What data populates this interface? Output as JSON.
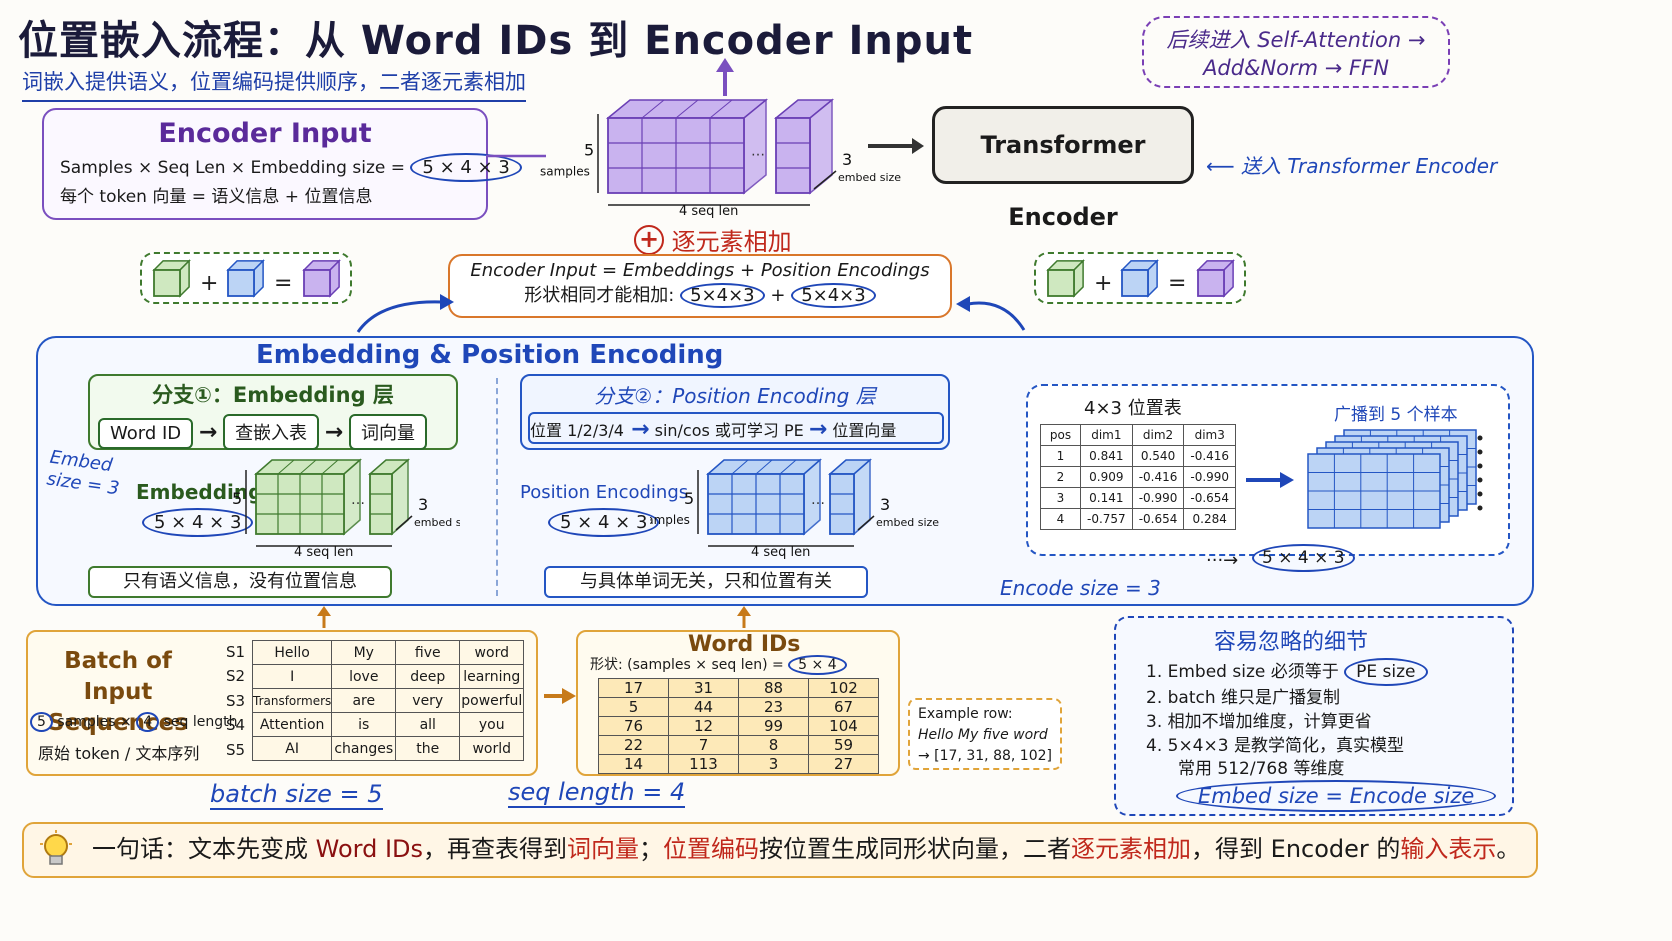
{
  "header": {
    "title": "位置嵌入流程：从 Word IDs 到 Encoder Input",
    "subtitle": "词嵌入提供语义，位置编码提供顺序，二者逐元素相加"
  },
  "next_step": {
    "line1": "后续进入 Self-Attention →",
    "line2": "Add&Norm → FFN"
  },
  "encoder_input_box": {
    "title": "Encoder Input",
    "shape_line": "Samples × Seq Len × Embedding size =",
    "shape": "5 × 4 × 3",
    "meaning_line": "每个 token 向量 = 语义信息 + 位置信息"
  },
  "top_tensor": {
    "samples_num": "5",
    "samples_label": "samples",
    "seq_label": "4 seq len",
    "embed_num": "3",
    "embed_label": "embed size",
    "dots": "…"
  },
  "transformer": {
    "box_label": "Transformer Encoder",
    "note": "送入 Transformer Encoder"
  },
  "elementwise_add": {
    "symbol": "+",
    "label": "逐元素相加"
  },
  "formula": {
    "line1": "Encoder Input = Embeddings + Position Encodings",
    "line2_prefix": "形状相同才能相加:",
    "shape_a": "5×4×3",
    "plus": "+",
    "shape_b": "5×4×3"
  },
  "cube_equation": {
    "plus": "+",
    "equals": "="
  },
  "section": {
    "title": "Embedding & Position Encoding",
    "branch1": {
      "title": "分支①：Embedding 层",
      "steps": [
        "Word ID",
        "查嵌入表",
        "词向量"
      ],
      "arrow": "→"
    },
    "branch2": {
      "title": "分支②：Position Encoding 层",
      "steps": [
        "位置 1/2/3/4",
        "sin/cos 或可学习 PE",
        "位置向量"
      ],
      "arrow": "→"
    },
    "embed_note": "Embed size = 3",
    "embeddings_label": "Embeddings",
    "embeddings_shape": "5 × 4 × 3",
    "embeddings_note": "只有语义信息，没有位置信息",
    "pe_label": "Position Encodings",
    "pe_shape": "5 × 4 × 3",
    "pe_note": "与具体单词无关，只和位置有关",
    "green_tensor": {
      "samples_num": "5",
      "seq_label": "4 seq len",
      "embed_num": "3",
      "embed_label": "embed size",
      "dots": "…"
    },
    "blue_tensor": {
      "samples_num": "5",
      "samples_label": "samples",
      "seq_label": "4 seq len",
      "embed_num": "3",
      "embed_label": "embed size",
      "dots": "…"
    },
    "pos_table": {
      "title": "4×3 位置表",
      "headers": [
        "pos",
        "dim1",
        "dim2",
        "dim3"
      ],
      "rows": [
        [
          "1",
          "0.841",
          "0.540",
          "-0.416"
        ],
        [
          "2",
          "0.909",
          "-0.416",
          "-0.990"
        ],
        [
          "3",
          "0.141",
          "-0.990",
          "-0.654"
        ],
        [
          "4",
          "-0.757",
          "-0.654",
          "0.284"
        ]
      ]
    },
    "broadcast_label": "广播到 5 个样本",
    "broadcast_shape": "5 × 4 × 3",
    "encode_note": "Encode size = 3"
  },
  "batch": {
    "title_line1": "Batch of Input",
    "title_line2": "Sequences",
    "samples_num": "5",
    "samples_label": "samples ×",
    "seq_num": "4",
    "seq_label": "seq length",
    "desc": "原始 token / 文本序列",
    "row_labels": [
      "S1",
      "S2",
      "S3",
      "S4",
      "S5"
    ],
    "rows": [
      [
        "Hello",
        "My",
        "five",
        "word"
      ],
      [
        "I",
        "love",
        "deep",
        "learning"
      ],
      [
        "Transformers",
        "are",
        "very",
        "powerful"
      ],
      [
        "Attention",
        "is",
        "all",
        "you"
      ],
      [
        "AI",
        "changes",
        "the",
        "world"
      ]
    ],
    "batch_size_note": "batch size = 5",
    "seq_length_note": "seq length = 4"
  },
  "word_ids": {
    "title": "Word IDs",
    "shape_prefix": "形状: (samples × seq len) =",
    "shape": "5 × 4",
    "rows": [
      [
        "17",
        "31",
        "88",
        "102"
      ],
      [
        "5",
        "44",
        "23",
        "67"
      ],
      [
        "76",
        "12",
        "99",
        "104"
      ],
      [
        "22",
        "7",
        "8",
        "59"
      ],
      [
        "14",
        "113",
        "3",
        "27"
      ]
    ]
  },
  "example": {
    "title": "Example row:",
    "words": "Hello My five word",
    "ids": "→ [17, 31, 88, 102]"
  },
  "details": {
    "title": "容易忽略的细节",
    "items": [
      {
        "num": "1.",
        "text": "Embed size 必须等于",
        "oval": "PE size"
      },
      {
        "num": "2.",
        "text": "batch 维只是广播复制"
      },
      {
        "num": "3.",
        "text": "相加不增加维度，计算更省"
      },
      {
        "num": "4.",
        "text": "5×4×3 是教学简化，真实模型"
      }
    ],
    "item4_cont": "常用 512/768 等维度",
    "equation": "Embed size = Encode size"
  },
  "summary": {
    "icon": "lightbulb-icon",
    "parts": [
      {
        "text": "一句话：文本先变成 ",
        "color": "#1a1a1a"
      },
      {
        "text": "Word IDs",
        "color": "#8a1010"
      },
      {
        "text": "，再查表得到",
        "color": "#1a1a1a"
      },
      {
        "text": "词向量",
        "color": "#c0281c"
      },
      {
        "text": "；",
        "color": "#1a1a1a"
      },
      {
        "text": "位置编码",
        "color": "#c0281c"
      },
      {
        "text": "按位置生成同形状向量，二者",
        "color": "#1a1a1a"
      },
      {
        "text": "逐元素相加",
        "color": "#c0281c"
      },
      {
        "text": "，得到 Encoder 的",
        "color": "#1a1a1a"
      },
      {
        "text": "输入表示",
        "color": "#c0281c"
      },
      {
        "text": "。",
        "color": "#1a1a1a"
      }
    ]
  },
  "colors": {
    "purple_face": "#c9b3ef",
    "purple_line": "#6a3fb5",
    "green_face": "#cfe8c0",
    "green_line": "#3f7a2e",
    "blue_face": "#bcd4f5",
    "blue_line": "#2456c4",
    "orange_border": "#d9772b",
    "accent_blue": "#1f47b8"
  }
}
